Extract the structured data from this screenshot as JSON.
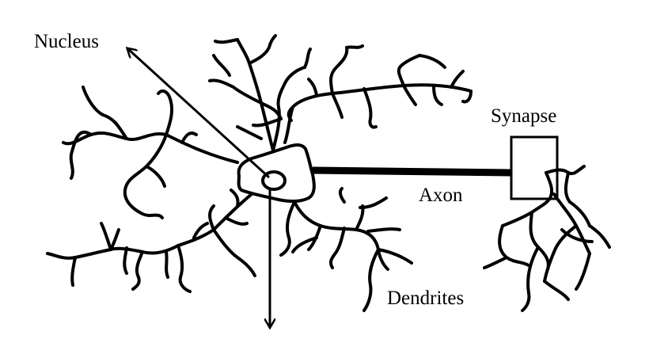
{
  "labels": {
    "nucleus": "Nucleus",
    "synapse": "Synapse",
    "axon": "Axon",
    "dendrites": "Dendrites"
  },
  "colors": {
    "ink": "#000000",
    "background": "#ffffff"
  }
}
